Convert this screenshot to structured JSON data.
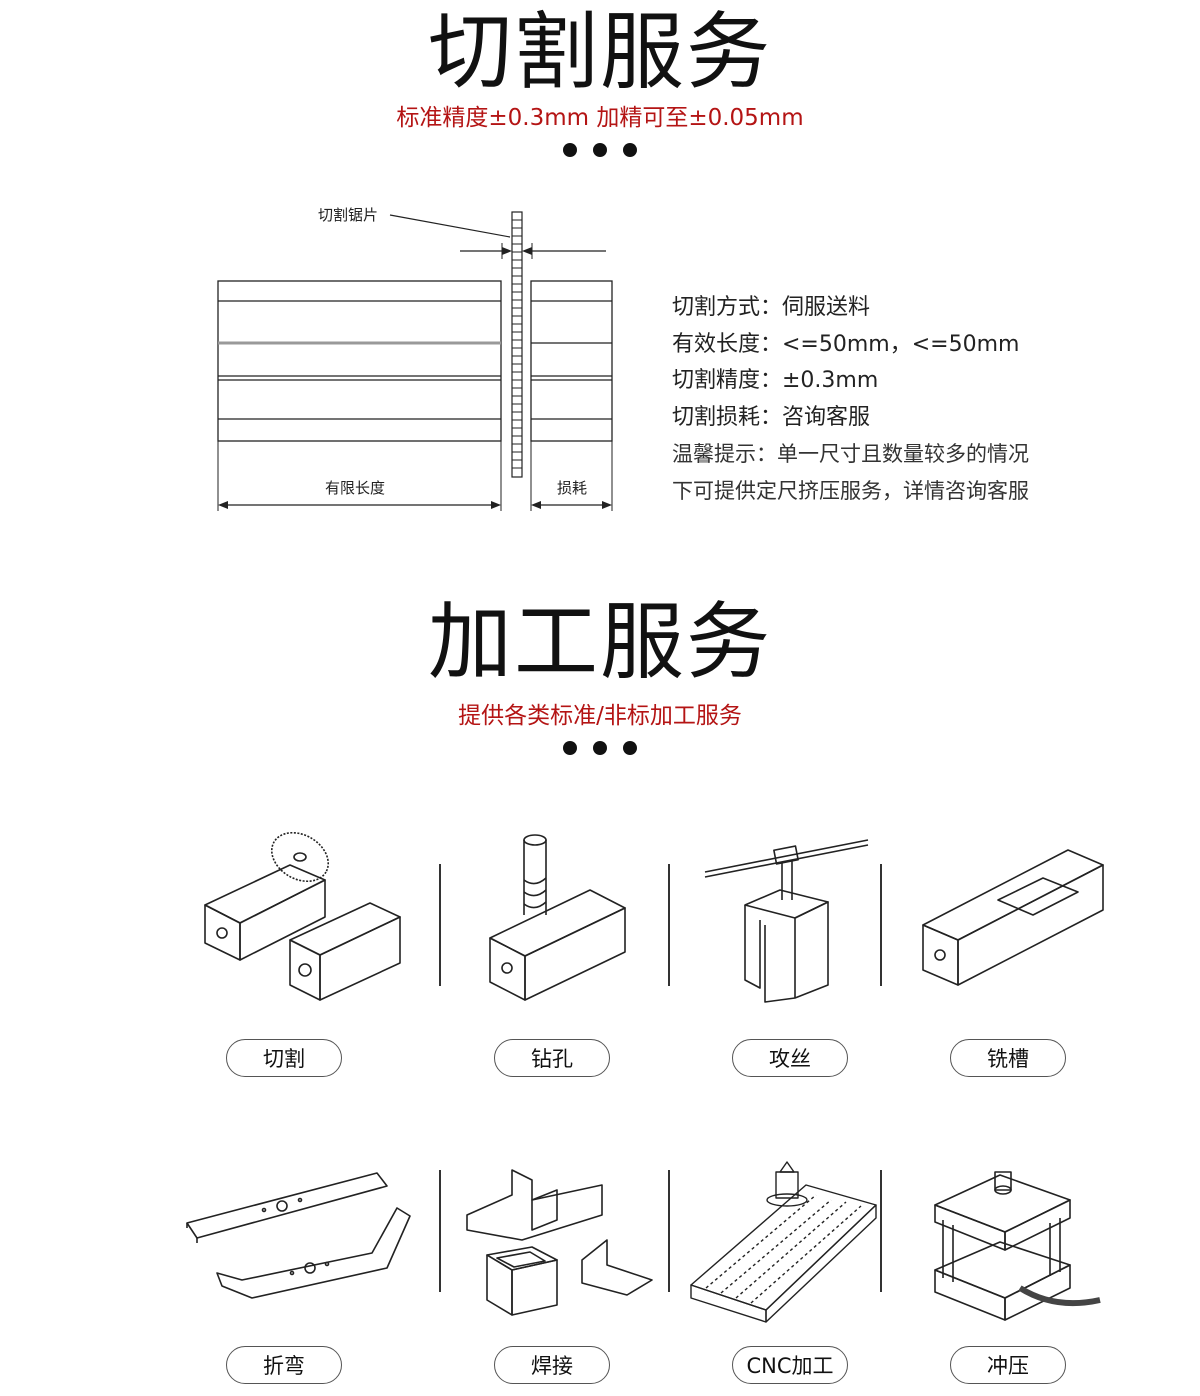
{
  "cutting": {
    "title": "切割服务",
    "subtitle": "标准精度±0.3mm  加精可至±0.05mm",
    "diagram": {
      "blade_label": "切割锯片",
      "length_label": "有限长度",
      "loss_label": "损耗"
    },
    "specs": [
      "切割方式：伺服送料",
      "有效长度：<=50mm，<=50mm",
      "切割精度：±0.3mm",
      "切割损耗：咨询客服"
    ],
    "tip_lines": [
      "温馨提示：单一尺寸且数量较多的情况",
      "下可提供定尺挤压服务，详情咨询客服"
    ]
  },
  "processing": {
    "title": "加工服务",
    "subtitle": "提供各类标准/非标加工服务",
    "services": [
      {
        "label": "切割",
        "icon": "cutting-saw-icon"
      },
      {
        "label": "钻孔",
        "icon": "drilling-icon"
      },
      {
        "label": "攻丝",
        "icon": "tapping-icon"
      },
      {
        "label": "铣槽",
        "icon": "milling-slot-icon"
      },
      {
        "label": "折弯",
        "icon": "bending-icon"
      },
      {
        "label": "焊接",
        "icon": "welding-icon"
      },
      {
        "label": "CNC加工",
        "icon": "cnc-machining-icon"
      },
      {
        "label": "冲压",
        "icon": "stamping-die-icon"
      }
    ]
  }
}
